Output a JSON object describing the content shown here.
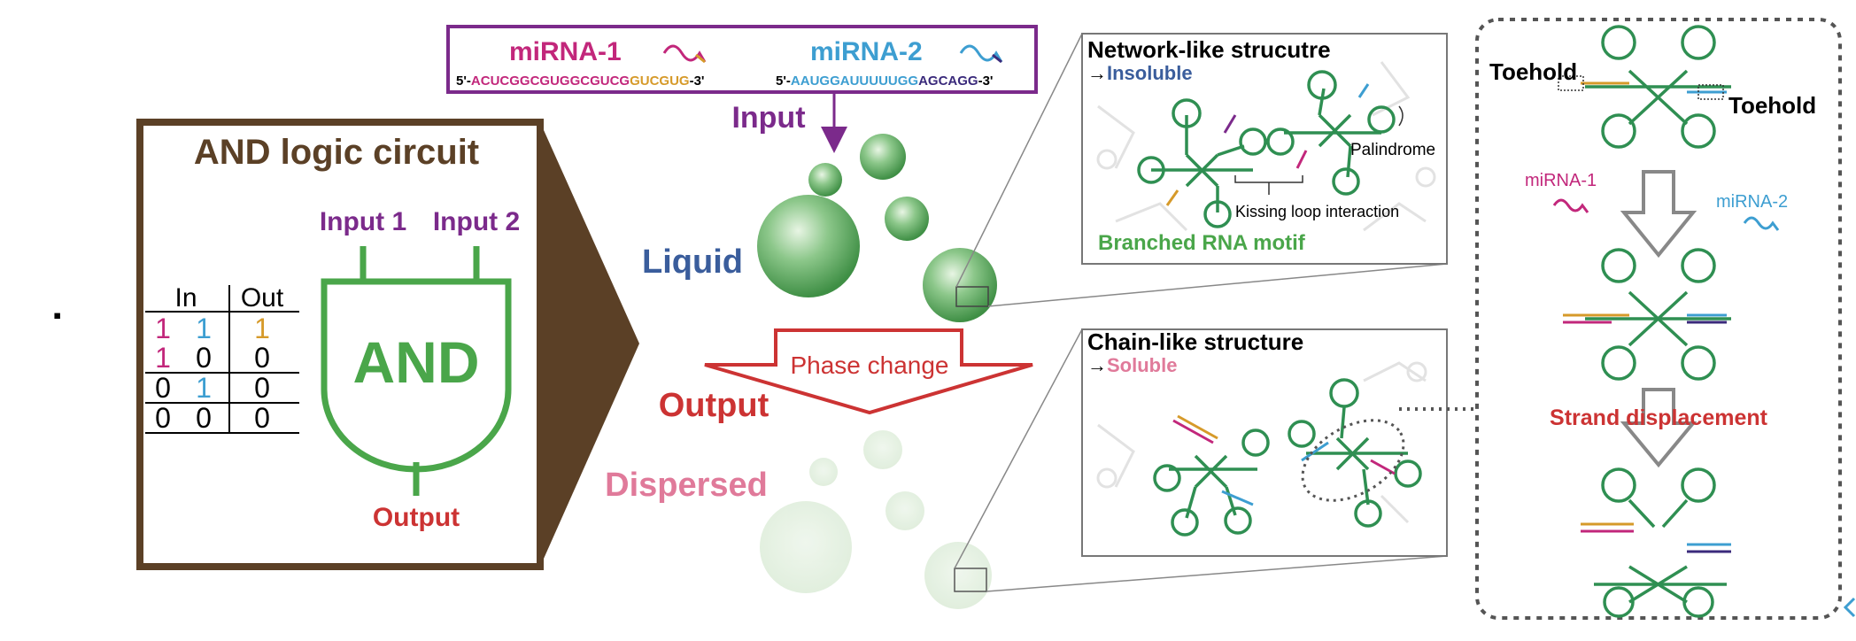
{
  "bullet": "▪",
  "logic_box": {
    "title": "AND logic circuit",
    "input1": "Input 1",
    "input2": "Input 2",
    "gate_label": "AND",
    "output": "Output",
    "table": {
      "header_in": "In",
      "header_out": "Out",
      "rows": [
        [
          "1",
          "1",
          "1"
        ],
        [
          "1",
          "0",
          "0"
        ],
        [
          "0",
          "1",
          "0"
        ],
        [
          "0",
          "0",
          "0"
        ]
      ]
    }
  },
  "input_box": {
    "mirna1_label": "miRNA-1",
    "mirna2_label": "miRNA-2",
    "seq1_prefix": "5'-",
    "seq1_main": "ACUCGGCGUGGCGUCG",
    "seq1_tail": "GUCGUG",
    "seq1_suffix": "-3'",
    "seq2_prefix": "5'-",
    "seq2_main": "AAUGGAUUUUUGG",
    "seq2_tail": "AGCAGG",
    "seq2_suffix": "-3'"
  },
  "labels": {
    "input": "Input",
    "liquid": "Liquid",
    "phase_change": "Phase change",
    "output": "Output",
    "dispersed": "Dispersed"
  },
  "network_panel": {
    "title": "Network-like strucutre",
    "arrow": "→",
    "subtitle": "Insoluble",
    "palindrome": "Palindrome",
    "kissing": "Kissing loop interaction",
    "motif": "Branched RNA motif"
  },
  "chain_panel": {
    "title": "Chain-like structure",
    "arrow": "→",
    "subtitle": "Soluble"
  },
  "right_panel": {
    "toehold_left": "Toehold",
    "toehold_right": "Toehold",
    "mirna1": "miRNA-1",
    "mirna2": "miRNA-2",
    "strand_displacement": "Strand displacement"
  },
  "colors": {
    "brown": "#5b4026",
    "green": "#4aa64a",
    "purple": "#7b2a8b",
    "magenta": "#c2277b",
    "cyan": "#3d9ed1",
    "orange": "#d69a2a",
    "red": "#cc3333",
    "blue_text": "#3a5d9c",
    "pink_text": "#e07a9a"
  }
}
